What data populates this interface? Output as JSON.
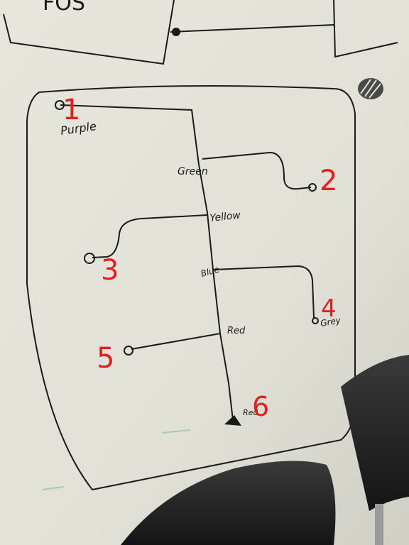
{
  "whiteboard": {
    "colors": {
      "board": "#e4e4dc",
      "ink": "#1a1a1a",
      "marker_red": "#e02020",
      "chair": "#2a2a2a"
    }
  },
  "labels": {
    "purple": "Purple",
    "green": "Green",
    "yellow": "Yellow",
    "blue": "Blue",
    "grey": "Grey",
    "red": "Red",
    "bottom": "Red"
  },
  "numbers": {
    "n1": "1",
    "n2": "2",
    "n3": "3",
    "n4": "4",
    "n5": "5",
    "n6": "6"
  },
  "top_sketch": {
    "text": "FOS"
  }
}
